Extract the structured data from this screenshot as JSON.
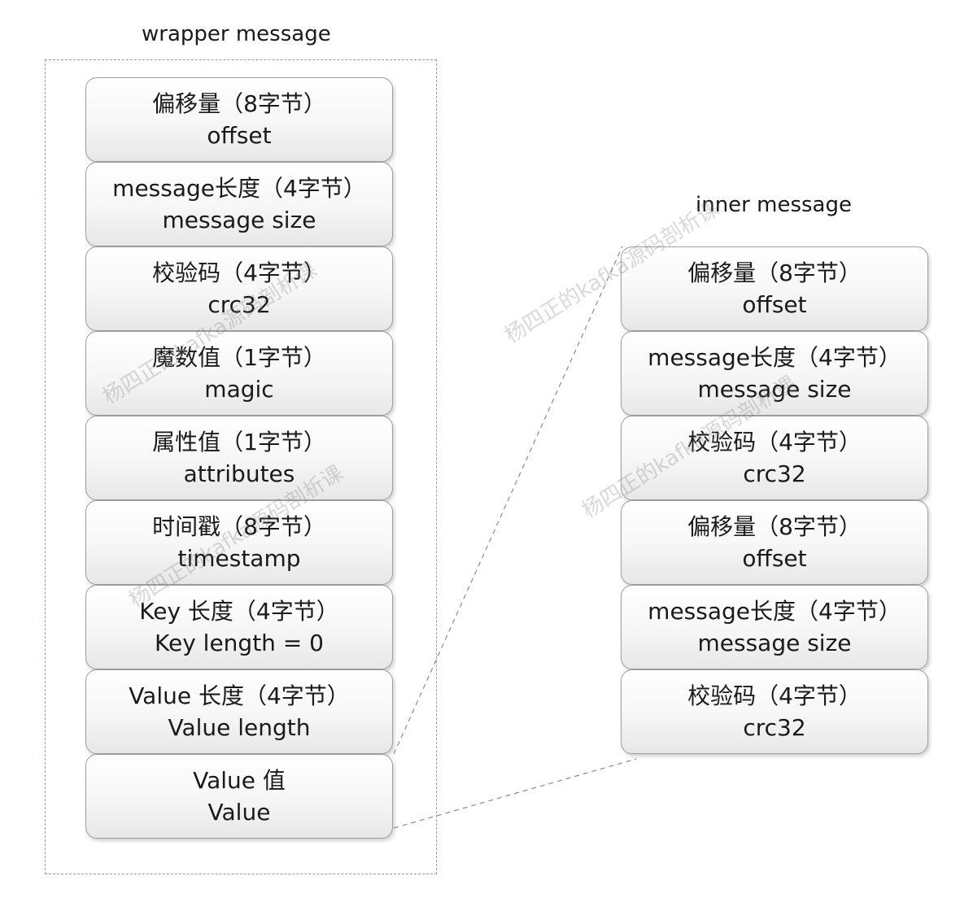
{
  "wrapper": {
    "title": "wrapper message",
    "fields": [
      {
        "cn": "偏移量（8字节）",
        "en": "offset"
      },
      {
        "cn": "message长度（4字节）",
        "en": "message size"
      },
      {
        "cn": "校验码（4字节）",
        "en": "crc32"
      },
      {
        "cn": "魔数值（1字节）",
        "en": "magic"
      },
      {
        "cn": "属性值（1字节）",
        "en": "attributes"
      },
      {
        "cn": "时间戳（8字节）",
        "en": "timestamp"
      },
      {
        "cn": "Key 长度（4字节）",
        "en": "Key length = 0"
      },
      {
        "cn": "Value 长度（4字节）",
        "en": "Value length"
      },
      {
        "cn": "Value 值",
        "en": "Value"
      }
    ]
  },
  "inner": {
    "title": "inner message",
    "fields": [
      {
        "cn": "偏移量（8字节）",
        "en": "offset"
      },
      {
        "cn": "message长度（4字节）",
        "en": "message size"
      },
      {
        "cn": "校验码（4字节）",
        "en": "crc32"
      },
      {
        "cn": "偏移量（8字节）",
        "en": "offset"
      },
      {
        "cn": "message长度（4字节）",
        "en": "message size"
      },
      {
        "cn": "校验码（4字节）",
        "en": "crc32"
      }
    ]
  },
  "watermark": {
    "text": "杨四正的kafka源码剖析课"
  },
  "colors": {
    "box_border": "#9e9e9e",
    "box_fill_top": "#ffffff",
    "box_fill_bottom": "#e7e7e7",
    "dashed_line": "#8a8a8a",
    "text": "#1a1a1a"
  }
}
